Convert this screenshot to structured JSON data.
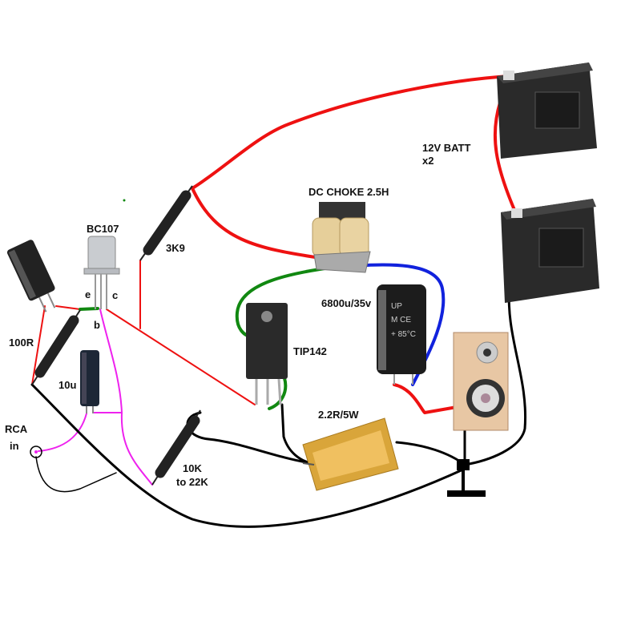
{
  "labels": {
    "bc107": "BC107",
    "e": "e",
    "b": "b",
    "c": "c",
    "r100": "100R",
    "c10u": "10u",
    "rca": "RCA",
    "rca_in": "in",
    "r3k9": "3K9",
    "choke": "DC CHOKE 2.5H",
    "batt": "12V BATT",
    "batt_count": "x2",
    "cap6800": "6800u/35v",
    "tip142": "TIP142",
    "r22": "2.2R/5W",
    "r10k": "10K",
    "r10k_range": "to 22K"
  },
  "component_markings": {
    "cap_big": [
      "UP",
      "M",
      "CE",
      "+ 85°C"
    ]
  },
  "colors": {
    "wire_positive": "#ee1111",
    "wire_ground": "#000000",
    "wire_signal": "#ee22ee",
    "wire_green": "#118811",
    "wire_blue": "#1122dd"
  }
}
